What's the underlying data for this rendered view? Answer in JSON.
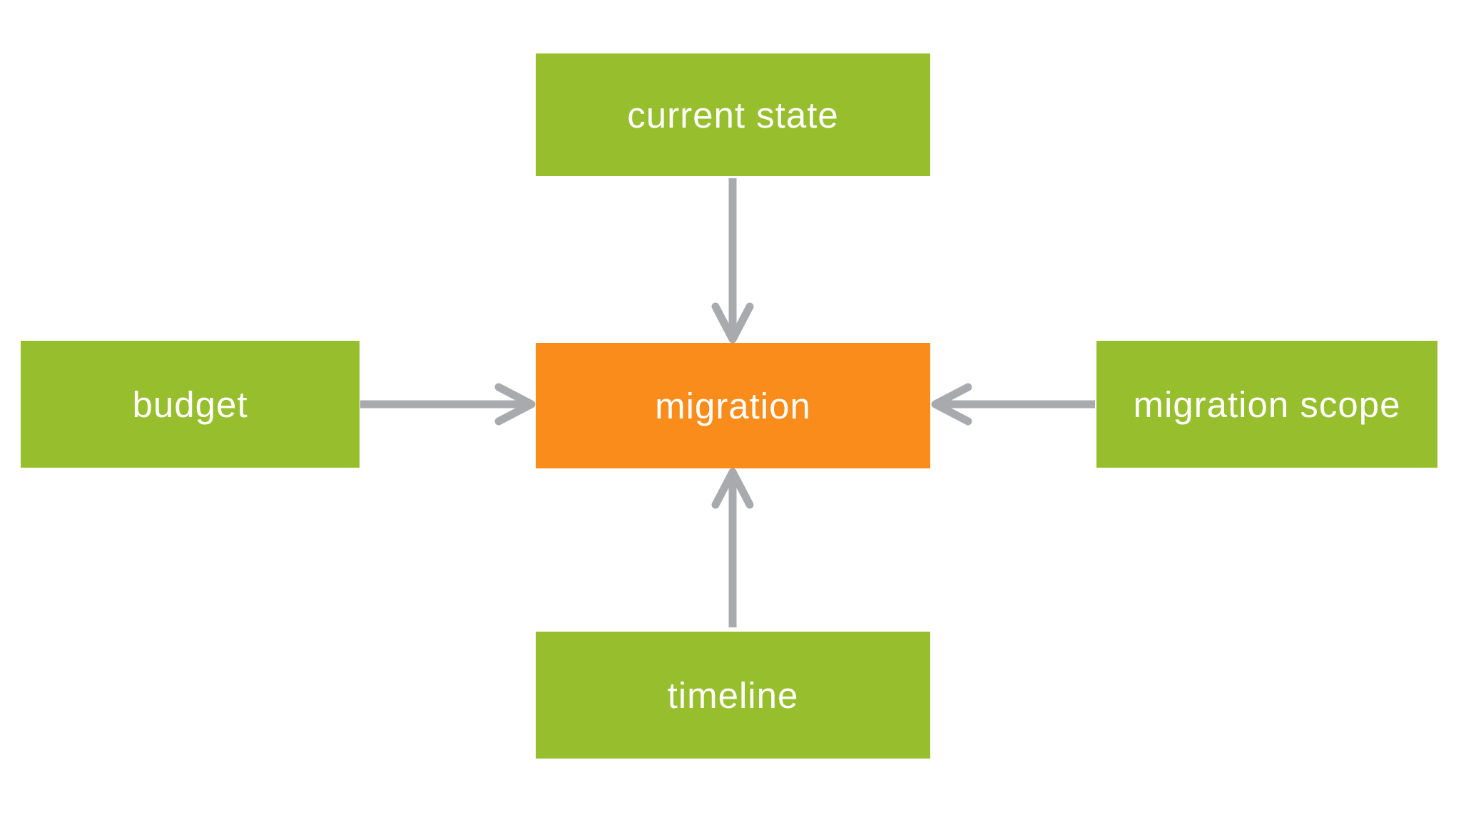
{
  "diagram": {
    "type": "hub-and-spoke flow diagram",
    "center_node": {
      "id": "migration",
      "label": "migration",
      "shape": "rectangle"
    },
    "input_nodes": [
      {
        "id": "current_state",
        "label": "current state",
        "position": "top",
        "shape": "rectangle"
      },
      {
        "id": "budget",
        "label": "budget",
        "position": "left",
        "shape": "rectangle"
      },
      {
        "id": "migration_scope",
        "label": "migration scope",
        "position": "right",
        "shape": "rectangle"
      },
      {
        "id": "timeline",
        "label": "timeline",
        "position": "bottom",
        "shape": "rectangle"
      }
    ],
    "edges": [
      {
        "from": "current_state",
        "to": "migration",
        "direction": "down"
      },
      {
        "from": "budget",
        "to": "migration",
        "direction": "right"
      },
      {
        "from": "migration_scope",
        "to": "migration",
        "direction": "left"
      },
      {
        "from": "timeline",
        "to": "migration",
        "direction": "up"
      }
    ]
  },
  "nodes": {
    "current_state": {
      "label": "current state"
    },
    "budget": {
      "label": "budget"
    },
    "migration": {
      "label": "migration"
    },
    "migration_scope": {
      "label": "migration scope"
    },
    "timeline": {
      "label": "timeline"
    }
  },
  "colors": {
    "node_green": "#96be2d",
    "node_orange": "#f98c1a",
    "arrow_gray": "#a8aaad",
    "text": "#ffffff",
    "background": "#ffffff"
  }
}
